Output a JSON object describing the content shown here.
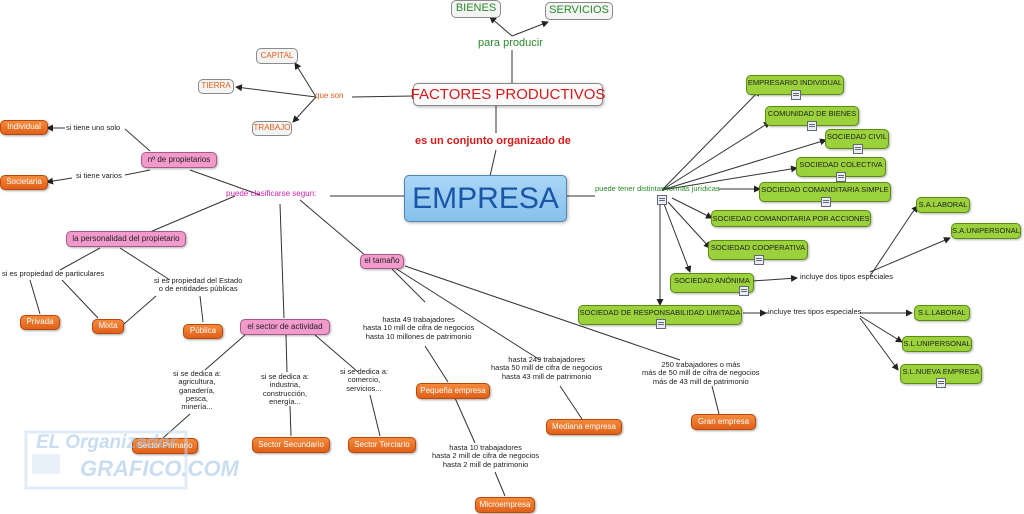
{
  "center": "EMPRESA",
  "factores": "FACTORES PRODUCTIVOS",
  "top_nodes": {
    "bienes": "BIENES",
    "servicios": "SERVICIOS"
  },
  "factor_nodes": {
    "capital": "CAPITAL",
    "tierra": "TIERRA",
    "trabajo": "TRABAJO"
  },
  "propietarios": {
    "node": "nº de propietarios",
    "individual": "Individual",
    "societaria": "Societaria"
  },
  "personalidad": {
    "node": "la personalidad del propietario",
    "privada": "Privada",
    "mixta": "Mixta",
    "publica": "Pública"
  },
  "sector": {
    "node": "el sector de actividad",
    "primario": "Sector Primario",
    "secundario": "Sector Secundario",
    "terciario": "Sector Terciario"
  },
  "tamano": {
    "node": "el tamaño",
    "pequena": "Pequeña empresa",
    "mediana": "Mediana empresa",
    "gran": "Gran empresa",
    "micro": "Microempresa"
  },
  "formas": {
    "individual": "EMPRESARIO INDIVIDUAL",
    "comunidad": "COMUNIDAD DE BIENES",
    "civil": "SOCIEDAD CIVIL",
    "colectiva": "SOCIEDAD COLECTIVA",
    "comanditaria": "SOCIEDAD COMANDITARIA SIMPLE",
    "acciones": "SOCIEDAD COMANDITARIA POR ACCIONES",
    "cooperativa": "SOCIEDAD COOPERATIVA",
    "anonima": "SOCIEDAD ANÓNIMA",
    "limitada": "SOCIEDAD DE RESPONSABILIDAD LIMITADA",
    "sa_laboral": "S.A.LABORAL",
    "sa_unipersonal": "S.A.UNIPERSONAL",
    "sl_laboral": "S.L.LABORAL",
    "sl_unipersonal": "S.L.UNIPERSONAL",
    "sl_nueva": "S.L.NUEVA EMPRESA"
  },
  "links": {
    "para_producir": "para producir",
    "que_son": "que son",
    "conjunto": "es un conjunto organizado de",
    "clasificarse": "puede clasificarse segun:",
    "formas_juridicas": "puede tener distintas formas jurídicas",
    "tiene_uno": "si tiene uno solo",
    "tiene_varios": "si tiene varios",
    "particulares": "si es propiedad de particulares",
    "estado": "si es propiedad del Estado\no de entidades públicas",
    "agricultura": "si se dedica a:\nagricultura,\nganadería,\npesca,\nminería...",
    "industria": "si se dedica a:\nindustria,\nconstrucción,\nenergía...",
    "comercio": "si se dedica a:\ncomercio,\nservicios...",
    "t49": "hasta 49 trabajadores\nhasta 10 mill de cifra de negocios\nhasta 10 millones de patrimonio",
    "t249": "hasta 249 trabajadores\nhasta 50 mill de cifra de negocios\nhasta 43 mill de patrimonio",
    "t250": "250 trabajadores o más\nmás de 50 mill de cifra de negocios\nmás de 43 mill de patrimonio",
    "t10": "hasta 10 trabajadores\nhasta 2 mill de cifra de negocios\nhasta 2 mill de patrimonio",
    "dos_tipos": "incluye dos tipos especiales",
    "tres_tipos": "incluye tres tipos especiales"
  },
  "watermark": {
    "line1": "EL Organizador",
    "line2": "GRAFICO.COM"
  },
  "colors": {
    "orange": "#e0601a",
    "pink": "#f29acb",
    "green": "#9bd13a",
    "center_blue": "#8cc4ee",
    "center_text": "#1a56a8"
  }
}
